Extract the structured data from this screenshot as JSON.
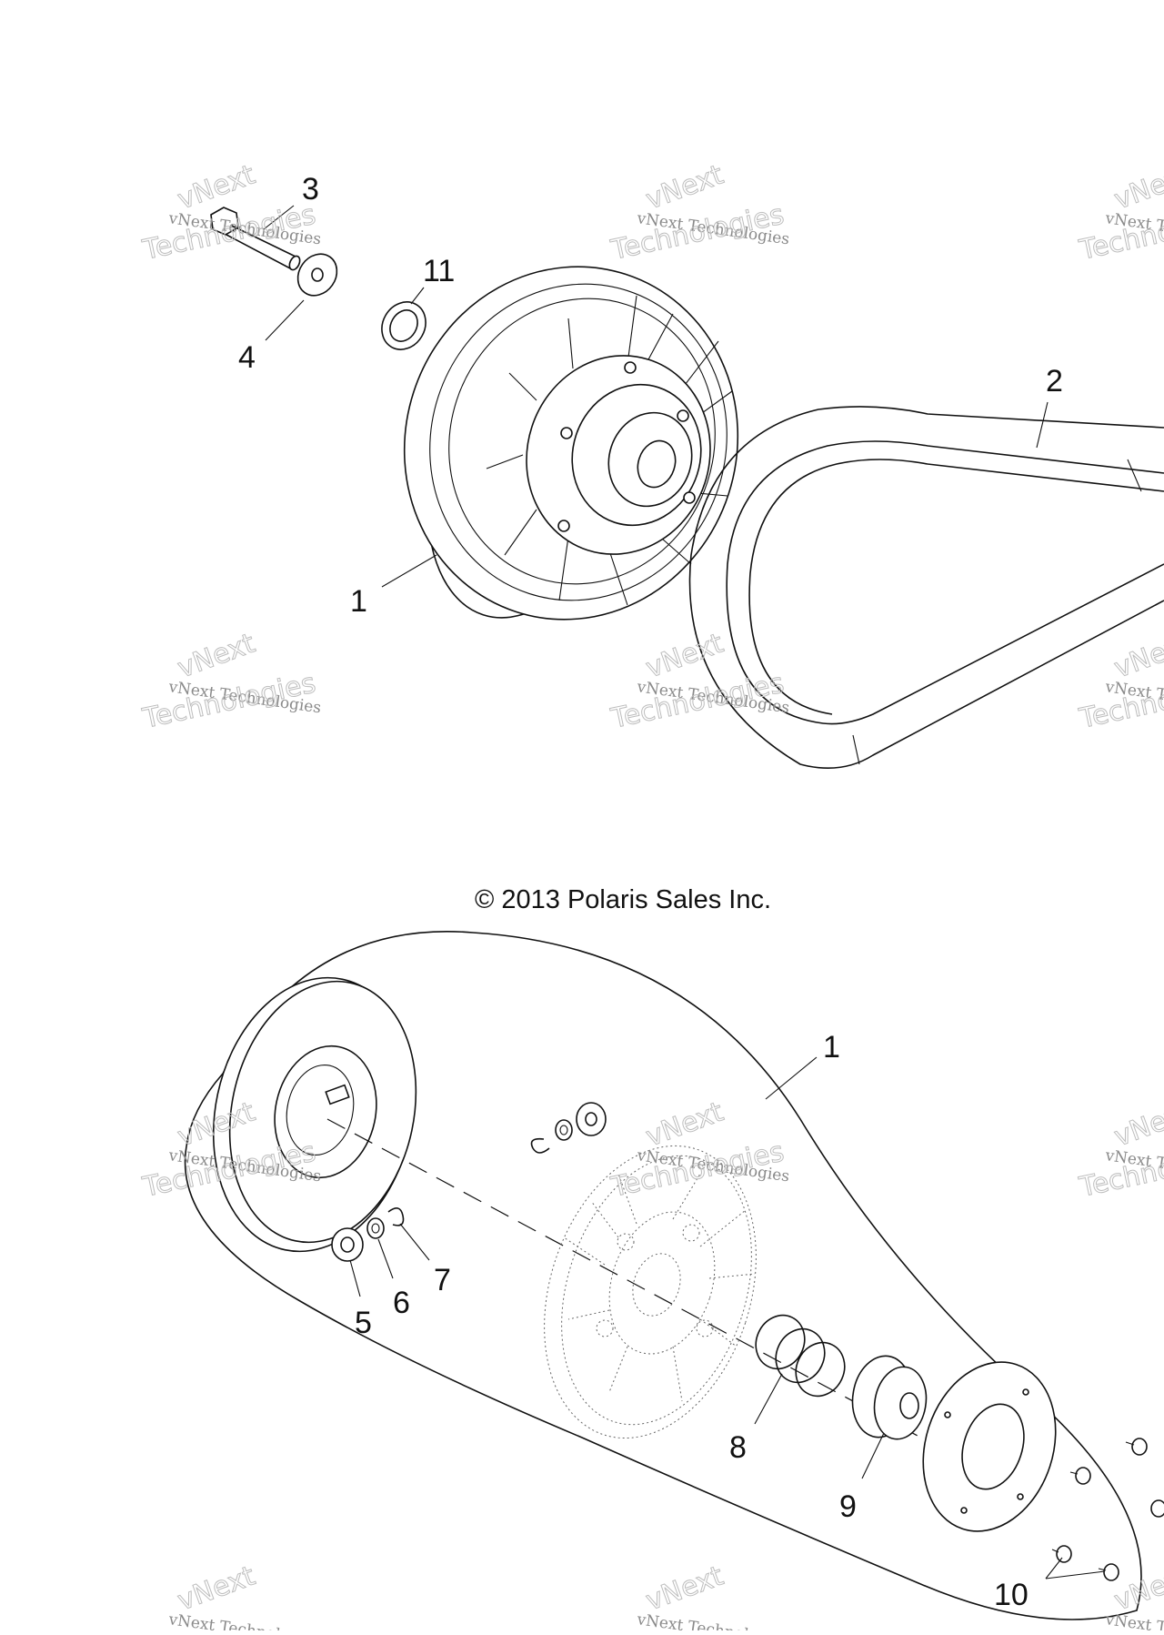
{
  "copyright": "© 2013 Polaris Sales Inc.",
  "watermark": {
    "line1": "vNext Technologies",
    "line2": "vNext",
    "line3": "Technologies"
  },
  "callouts": {
    "top": [
      "3",
      "11",
      "4",
      "2",
      "1"
    ],
    "bottom": [
      "1",
      "5",
      "6",
      "7",
      "8",
      "9",
      "10"
    ]
  }
}
